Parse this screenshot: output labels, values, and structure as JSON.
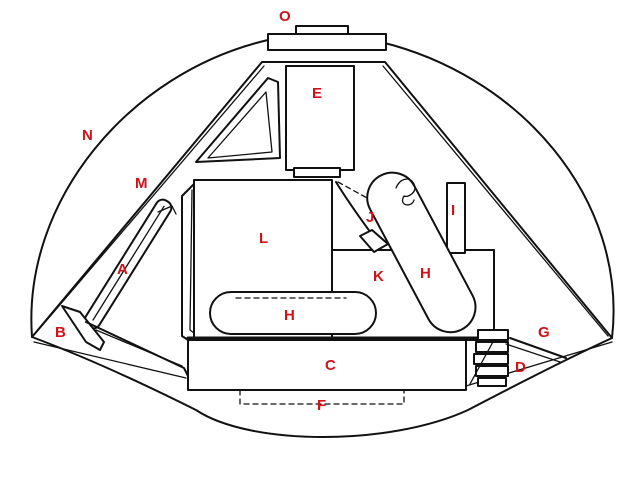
{
  "colors": {
    "label": "#d0121b",
    "line": "#111111"
  },
  "labels": {
    "A": "A",
    "B": "B",
    "C": "C",
    "D": "D",
    "E": "E",
    "F": "F",
    "G": "G",
    "H_lower": "H",
    "H_upper": "H",
    "I": "I",
    "J": "J",
    "K": "K",
    "L": "L",
    "M": "M",
    "N": "N",
    "O": "O"
  }
}
